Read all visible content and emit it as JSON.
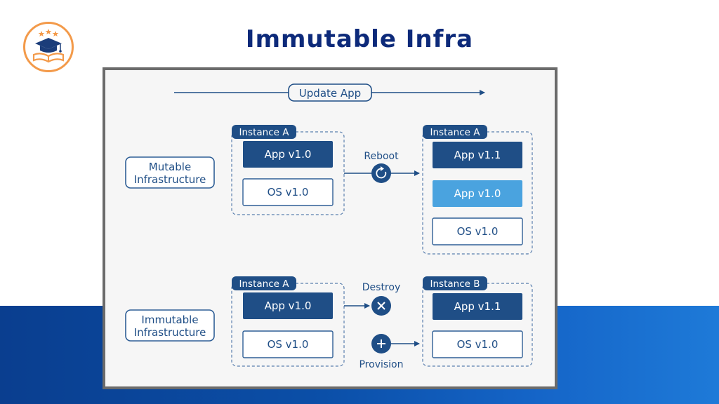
{
  "page": {
    "title": "Immutable Infra"
  },
  "diagram": {
    "update_label": "Update App",
    "rows": {
      "mutable": {
        "label_line1": "Mutable",
        "label_line2": "Infrastructure",
        "left_instance": {
          "title": "Instance A",
          "app": "App v1.0",
          "os": "OS v1.0"
        },
        "action": "Reboot",
        "right_instance": {
          "title": "Instance A",
          "app_new": "App v1.1",
          "app_old": "App v1.0",
          "os": "OS v1.0"
        }
      },
      "immutable": {
        "label_line1": "Immutable",
        "label_line2": "Infrastructure",
        "left_instance": {
          "title": "Instance A",
          "app": "App v1.0",
          "os": "OS v1.0"
        },
        "action_destroy": "Destroy",
        "action_provision": "Provision",
        "right_instance": {
          "title": "Instance B",
          "app": "App v1.1",
          "os": "OS v1.0"
        }
      }
    },
    "colors": {
      "dark_blue": "#1f4e86",
      "light_blue": "#4aa3df",
      "outline": "#2f5f96",
      "title_navy": "#0d2a7a"
    },
    "icons": {
      "reboot": "refresh-icon",
      "destroy": "x-icon",
      "provision": "plus-icon",
      "logo": "graduation-cap-book-icon"
    }
  }
}
